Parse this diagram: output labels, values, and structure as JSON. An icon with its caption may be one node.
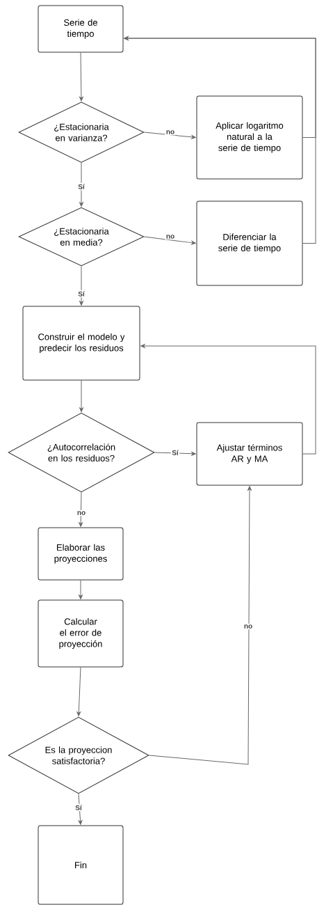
{
  "diagram": {
    "nodes": [
      {
        "text": [
          "Serie de tiempo"
        ]
      },
      {
        "text": [
          "¿Estacionaria en varianza?"
        ]
      },
      {
        "text": [
          "Aplicar logaritmo natural a la serie de tiempo"
        ]
      },
      {
        "text": [
          "¿Estacionaria en media?"
        ]
      },
      {
        "text": [
          "Diferenciar la serie de tiempo"
        ]
      },
      {
        "text": [
          "Construir el modelo y predecir los residuos"
        ]
      },
      {
        "text": [
          "¿Autocorrelación en los residuos?"
        ]
      },
      {
        "text": [
          "Ajustar términos AR y MA"
        ]
      },
      {
        "text": [
          "Elaborar las proyecciones"
        ]
      },
      {
        "text": [
          "Calcular el error de proyección"
        ]
      },
      {
        "text": [
          "Es la proyeccion satisfactoria?"
        ]
      },
      {
        "text": [
          "Fin"
        ]
      }
    ],
    "edges": [
      {
        "from": 0,
        "to": 1,
        "arrow": "to"
      },
      {
        "from": 1,
        "to": 2,
        "arrow": "to",
        "label": "no"
      },
      {
        "from": 1,
        "to": 3,
        "arrow": "to",
        "label": "Sí"
      },
      {
        "from": 2,
        "to": 0,
        "arrow": "to"
      },
      {
        "from": 3,
        "to": 4,
        "arrow": "to",
        "label": "no"
      },
      {
        "from": 3,
        "to": 5,
        "arrow": "to",
        "label": "Sí"
      },
      {
        "from": 4,
        "to": 0,
        "arrow": "to"
      },
      {
        "from": 5,
        "to": 6,
        "arrow": "to"
      },
      {
        "from": 6,
        "to": 7,
        "arrow": "to",
        "label": "Sí"
      },
      {
        "from": 6,
        "to": 8,
        "arrow": "to",
        "label": "no"
      },
      {
        "from": 7,
        "to": 5,
        "arrow": "to"
      },
      {
        "from": 8,
        "to": 9,
        "arrow": "to"
      },
      {
        "from": 9,
        "to": 10,
        "arrow": "to"
      },
      {
        "from": 10,
        "to": 7,
        "arrow": "to",
        "label": "no"
      },
      {
        "from": 10,
        "to": 11,
        "arrow": "to",
        "label": "Sí"
      }
    ]
  }
}
